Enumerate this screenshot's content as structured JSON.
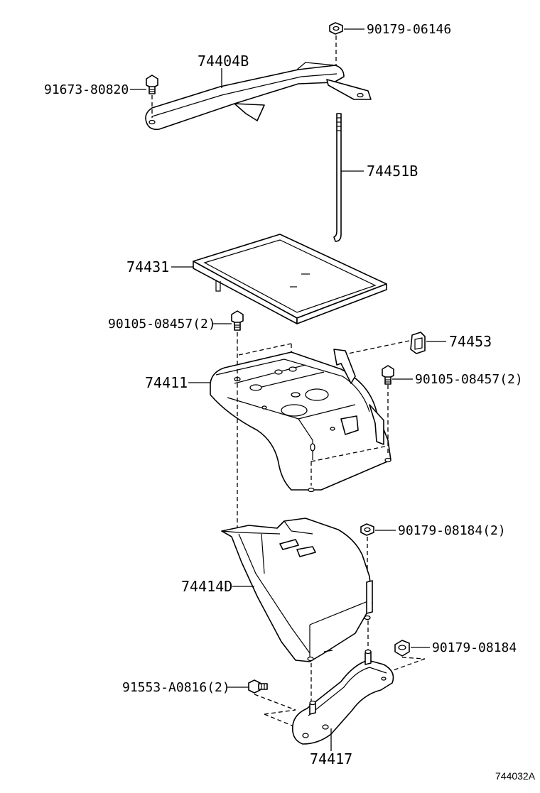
{
  "labels": {
    "nut_top": "90179-06146",
    "clamp": "74404B",
    "bolt_clamp": "91673-80820",
    "rod": "74451B",
    "tray": "74431",
    "bolt_carrier_left": "90105-08457(2)",
    "clip": "74453",
    "carrier": "74411",
    "bolt_carrier_right": "90105-08457(2)",
    "nut_insulator": "90179-08184(2)",
    "insulator": "74414D",
    "nut_bracket": "90179-08184",
    "bolt_bracket": "91553-A0816(2)",
    "bracket": "74417"
  },
  "figure_code": "744032A"
}
